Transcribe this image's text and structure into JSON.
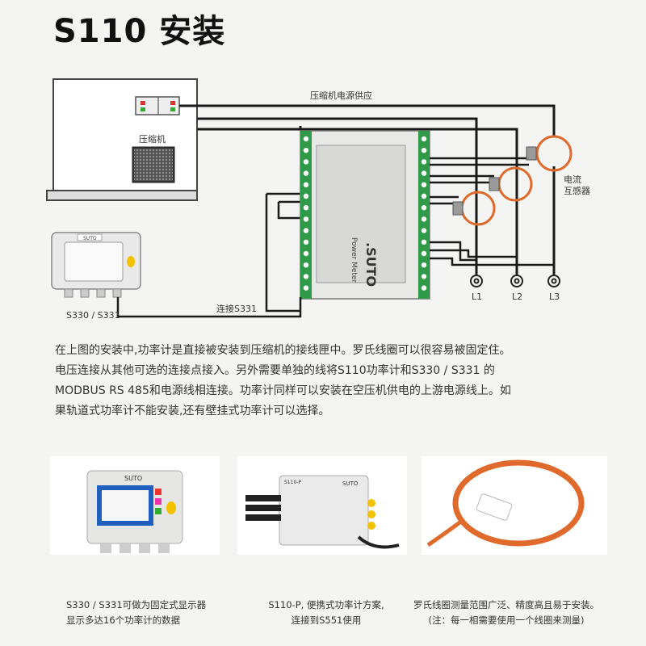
{
  "title": "S110 安装",
  "diagram": {
    "power_supply_label": "压缩机电源供应",
    "compressor_label": "压缩机",
    "ct_label_line1": "电流",
    "ct_label_line2": "互感器",
    "display_label": "S330 / S331",
    "connect_label": "连接S331",
    "phases": [
      "L1",
      "L2",
      "L3"
    ],
    "meter_brand": ".SUTO",
    "meter_name": "Power Meter",
    "display_brand": "SUTO"
  },
  "paragraph": [
    "在上图的安装中,功率计是直接被安装到压缩机的接线匣中。罗氏线圈可以很容易被固定住。",
    "电压连接从其他可选的连接点接入。另外需要单独的线将S110功率计和S330 / S331 的",
    "MODBUS RS 485和电源线相连接。功率计同样可以安装在空压机供电的上游电源线上。如",
    "果轨道式功率计不能安装,还有壁挂式功率计可以选择。"
  ],
  "photos": [
    {
      "brand": "SUTO",
      "caption": [
        "S330 / S331可做为固定式显示器",
        "显示多达16个功率计的数据"
      ]
    },
    {
      "brand": "SUTO",
      "model": "S110-P",
      "caption": [
        "S110-P, 便携式功率计方案,",
        "连接到S551使用"
      ]
    },
    {
      "caption": [
        "罗氏线圈测量范围广泛、精度高且易于安装。",
        "(注：每一相需要使用一个线圈来测量)"
      ]
    }
  ],
  "colors": {
    "coil": "#e06a2c",
    "terminal": "#2f9a48",
    "wire": "#1a1a1a"
  }
}
